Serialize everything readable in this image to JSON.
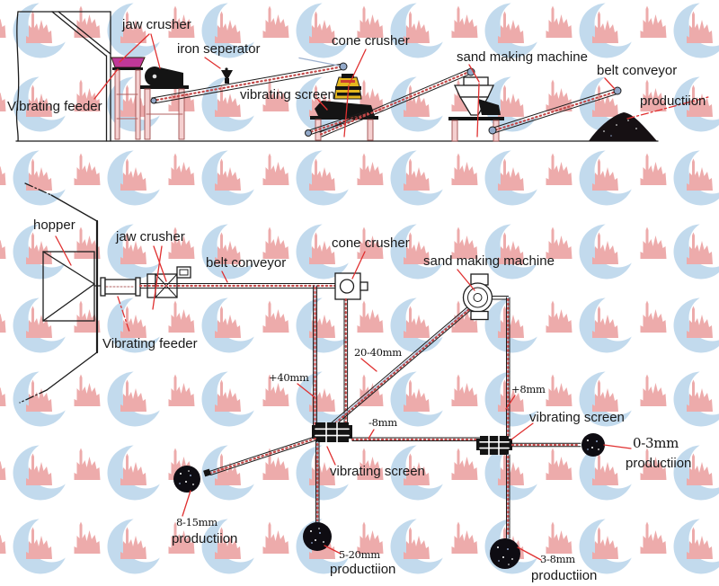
{
  "colors": {
    "leader_red": "#e03030",
    "watermark_blue": "#b7d4ea",
    "watermark_pink": "#ea9c9c",
    "machine_yellow": "#e5b71e",
    "feeder_magenta": "#c03898"
  },
  "top_diagram": {
    "labels": {
      "vibrating_feeder": "Vibrating feeder",
      "jaw_crusher": "jaw crusher",
      "iron_separator": "iron seperator",
      "vibrating_screen": "vibrating screen",
      "cone_crusher": "cone crusher",
      "sand_making_machine": "sand making machine",
      "belt_conveyor": "belt conveyor",
      "production": "productiion"
    }
  },
  "bottom_diagram": {
    "labels": {
      "hopper": "hopper",
      "jaw_crusher": "jaw crusher",
      "belt_conveyor": "belt conveyor",
      "cone_crusher": "cone crusher",
      "sand_making_machine": "sand making machine",
      "vibrating_feeder": "Vibrating feeder",
      "vibrating_screen_1": "vibrating screen",
      "vibrating_screen_2": "vibrating screen"
    },
    "flow_labels": {
      "size_20_40": "20-40mm",
      "plus_40": "+40mm",
      "minus_8": "-8mm",
      "plus_8": "+8mm"
    },
    "outputs": [
      {
        "size": "8-15mm",
        "label": "productiion"
      },
      {
        "size": "5-20mm",
        "label": "productiion"
      },
      {
        "size": "3-8mm",
        "label": "productiion"
      },
      {
        "size": "0-3mm",
        "label": "productiion"
      }
    ]
  }
}
